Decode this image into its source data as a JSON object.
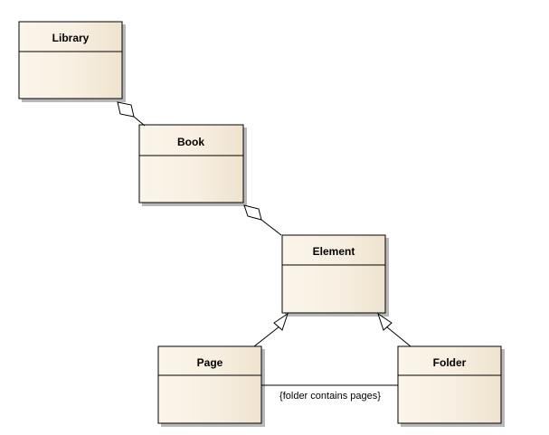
{
  "diagram": {
    "classes": {
      "library": {
        "name": "Library"
      },
      "book": {
        "name": "Book"
      },
      "element": {
        "name": "Element"
      },
      "page": {
        "name": "Page"
      },
      "folder": {
        "name": "Folder"
      }
    },
    "constraint": "{folder contains pages}",
    "colors": {
      "class_fill_light": "#fffcf7",
      "class_fill_dark": "#f3e8d6",
      "class_border": "#000000",
      "shadow": "#a0a0a0",
      "line": "#000000"
    }
  }
}
